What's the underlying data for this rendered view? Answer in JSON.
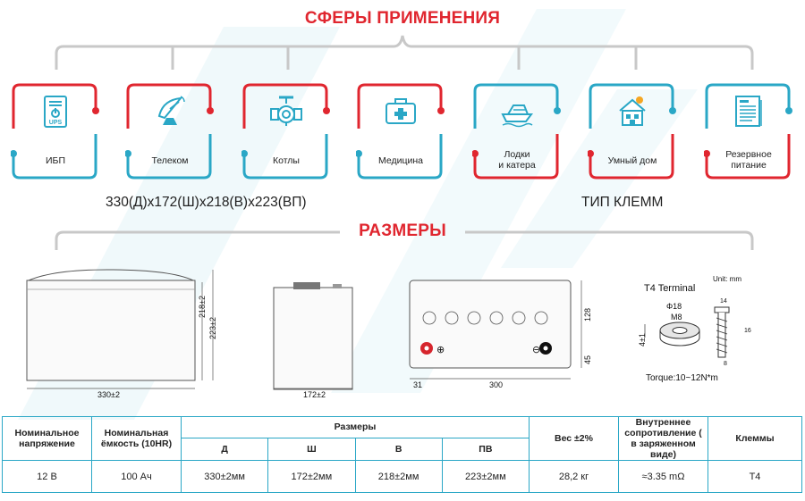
{
  "headings": {
    "applications": "СФЕРЫ ПРИМЕНЕНИЯ",
    "sizes": "РАЗМЕРЫ"
  },
  "applications": [
    {
      "label": "ИБП",
      "icon": "ups-icon",
      "accent": "red"
    },
    {
      "label": "Телеком",
      "icon": "satellite-dish-icon",
      "accent": "red"
    },
    {
      "label": "Котлы",
      "icon": "pipe-valve-icon",
      "accent": "red"
    },
    {
      "label": "Медицина",
      "icon": "first-aid-kit-icon",
      "accent": "red"
    },
    {
      "label": "Лодки\nи катера",
      "icon": "boat-icon",
      "accent": "teal"
    },
    {
      "label": "Умный дом",
      "icon": "solar-house-icon",
      "accent": "teal"
    },
    {
      "label": "Резервное\nпитание",
      "icon": "document-icon",
      "accent": "teal"
    }
  ],
  "dimensions_summary": "330(Д)x172(Ш)x218(В)x223(ВП)",
  "terminal_type_heading": "ТИП КЛЕММ",
  "drawings": {
    "front": {
      "width": "330±2",
      "h1": "218±2",
      "h2": "223±2"
    },
    "side": {
      "width": "172±2"
    },
    "top": {
      "h1": "128",
      "h2": "45",
      "w1": "31",
      "w2": "300",
      "plus": "⊕",
      "minus": "⊖"
    },
    "terminal": {
      "title": "T4 Terminal",
      "unit": "Unit: mm",
      "d": "Φ18",
      "m": "M8",
      "h": "4±1",
      "w": "14",
      "l": "16",
      "b": "8",
      "torque": "Torque:10~12N*m"
    }
  },
  "table": {
    "headers": {
      "voltage": "Номинальное напряжение",
      "capacity": "Номинальная ёмкость (10HR)",
      "sizes": "Размеры",
      "d": "Д",
      "w": "Ш",
      "h": "В",
      "ph": "ПВ",
      "weight": "Вес ±2%",
      "resistance": "Внутреннее сопротивление ( в заряженном виде)",
      "terminals": "Клеммы"
    },
    "row": {
      "voltage": "12 В",
      "capacity": "100 Ач",
      "d": "330±2мм",
      "w": "172±2мм",
      "h": "218±2мм",
      "ph": "223±2мм",
      "weight": "28,2 кг",
      "resistance": "≈3.35 mΩ",
      "terminals": "T4"
    }
  },
  "colors": {
    "red": "#e0262f",
    "teal": "#2aa7c6",
    "gray": "#bdbdbd"
  }
}
